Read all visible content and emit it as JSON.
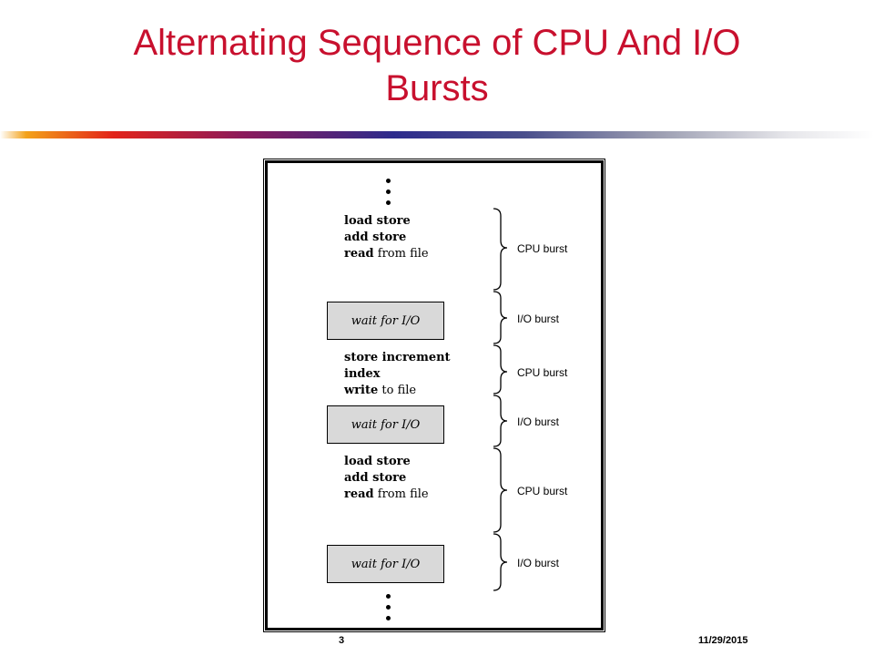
{
  "slide": {
    "title_line1": "Alternating Sequence of CPU And I/O",
    "title_line2": "Bursts",
    "page_number": "3",
    "date": "11/29/2015",
    "title_color": "#c8102e"
  },
  "diagram": {
    "block1": {
      "line1_bold": "load store",
      "line2_bold": "add store",
      "line3_bold": "read",
      "line3_rest": " from file"
    },
    "wait1": "wait for I/O",
    "block2": {
      "line1_bold": "store increment",
      "line2_bold": "index",
      "line3_bold": "write",
      "line3_rest": " to file"
    },
    "wait2": "wait for I/O",
    "block3": {
      "line1_bold": "load store",
      "line2_bold": "add store",
      "line3_bold": "read",
      "line3_rest": " from file"
    },
    "wait3": "wait for I/O",
    "bursts": [
      "CPU burst",
      "I/O burst",
      "CPU burst",
      "I/O burst",
      "CPU burst",
      "I/O burst"
    ]
  }
}
